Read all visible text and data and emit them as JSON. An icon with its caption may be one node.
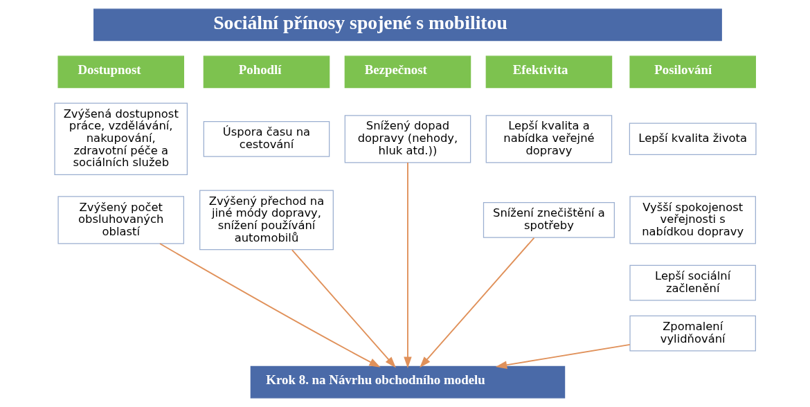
{
  "diagram": {
    "nodes": [
      {
        "text": [
          "Sociální přínosy spojené s mobilitou"
        ]
      },
      {
        "text": [
          "Dostupnost"
        ]
      },
      {
        "text": [
          "Pohodlí"
        ]
      },
      {
        "text": [
          "Bezpečnost"
        ]
      },
      {
        "text": [
          "Efektivita"
        ]
      },
      {
        "text": [
          "Posilování"
        ]
      },
      {
        "text": [
          "Zvýšená dostupnost práce, vzdělávání, nakupování, zdravotní péče a sociálních služeb"
        ]
      },
      {
        "text": [
          "Zvýšený počet obsluhovaných oblastí"
        ]
      },
      {
        "text": [
          "Úspora času na cestování"
        ]
      },
      {
        "text": [
          "Zvýšený přechod na jiné módy dopravy, snížení používání automobilů"
        ]
      },
      {
        "text": [
          "Snížený dopad dopravy (nehody, hluk atd.))"
        ]
      },
      {
        "text": [
          "Lepší kvalita a nabídka veřejné dopravy"
        ]
      },
      {
        "text": [
          "Snížení znečištění a spotřeby"
        ]
      },
      {
        "text": [
          "Lepší kvalita života"
        ]
      },
      {
        "text": [
          "Vyšší spokojenost veřejnosti s nabídkou dopravy"
        ]
      },
      {
        "text": [
          "Lepší sociální začlenění"
        ]
      },
      {
        "text": [
          "Zpomalení vylidňování"
        ]
      },
      {
        "text": [
          "Krok 8. na Návrhu obchodního modelu"
        ]
      }
    ],
    "edges": [
      {
        "from": 7,
        "to": 17,
        "arrow": "to"
      },
      {
        "from": 9,
        "to": 17,
        "arrow": "to"
      },
      {
        "from": 10,
        "to": 17,
        "arrow": "to"
      },
      {
        "from": 12,
        "to": 17,
        "arrow": "to"
      },
      {
        "from": 16,
        "to": 17,
        "arrow": "to"
      }
    ]
  }
}
